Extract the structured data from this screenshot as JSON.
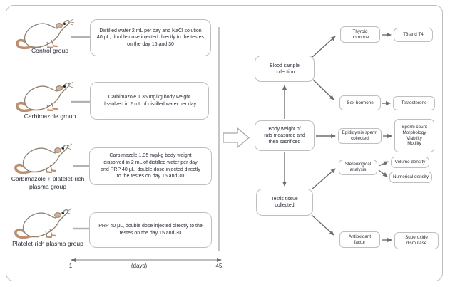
{
  "figure": {
    "groups": [
      {
        "label": "Control group",
        "treatment": "Distilled water 2 mL per day and NaCl solution\n40 μL, double dose injected directly to the testes\non the day 15 and 30"
      },
      {
        "label": "Carbimazole group",
        "treatment": "Carbimazole 1.35 mg/kg body weight\ndissolved in 2 mL of distilled water per day"
      },
      {
        "label": "Carbimazole + platelet-rich\nplasma group",
        "treatment": "Carbimazole 1.35 mg/kg body weight\ndissolved in 2 mL of distilled water per day\nand PRP 40 μL, double dose injected directly\nto the testes on day 15 and 30"
      },
      {
        "label": "Platelet-rich plasma group",
        "treatment": "PRP 40 μL, double dose injected directly to the\ntestes on the day 15 and 30"
      }
    ],
    "timeline": {
      "start_label": "1",
      "axis_label": "(days)",
      "end_label": "45"
    },
    "flowchart": {
      "blood_sample": "Blood sample\ncollection",
      "body_weight": "Body weight of\nrats measured and\nthen sacrificed",
      "testis_tissue": "Testis tissue\ncollected",
      "thyroid_hormone": "Thyroid\nhormone",
      "t3_t4": "T3 and T4",
      "sex_hormone": "Sex hormone",
      "testosterone": "Testosterone",
      "epididymis_sperm": "Epididymis sperm\ncollected",
      "sperm_params": "Sperm count\nMorphology\nViability\nMotility",
      "stereological": "Stereological\nanalysis",
      "volume_density": "Volume density",
      "numerical_density": "Numerical density",
      "antioxidant": "Antioxidant\nfactor",
      "superoxide": "Superoxide\ndismutase"
    },
    "colors": {
      "box_border": "#bfbfbf",
      "arrow": "#6e6e6e",
      "connector": "#b3b3b3",
      "text": "#2a2e38",
      "rat_tan": "#bd8f70"
    }
  }
}
